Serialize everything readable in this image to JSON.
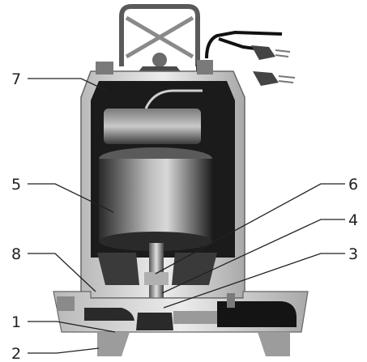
{
  "diagram": {
    "callouts": [
      {
        "id": "c7",
        "label": "7"
      },
      {
        "id": "c5",
        "label": "5"
      },
      {
        "id": "c8",
        "label": "8"
      },
      {
        "id": "c1",
        "label": "1"
      },
      {
        "id": "c2",
        "label": "2"
      },
      {
        "id": "c6",
        "label": "6"
      },
      {
        "id": "c4",
        "label": "4"
      },
      {
        "id": "c3",
        "label": "3"
      }
    ]
  }
}
